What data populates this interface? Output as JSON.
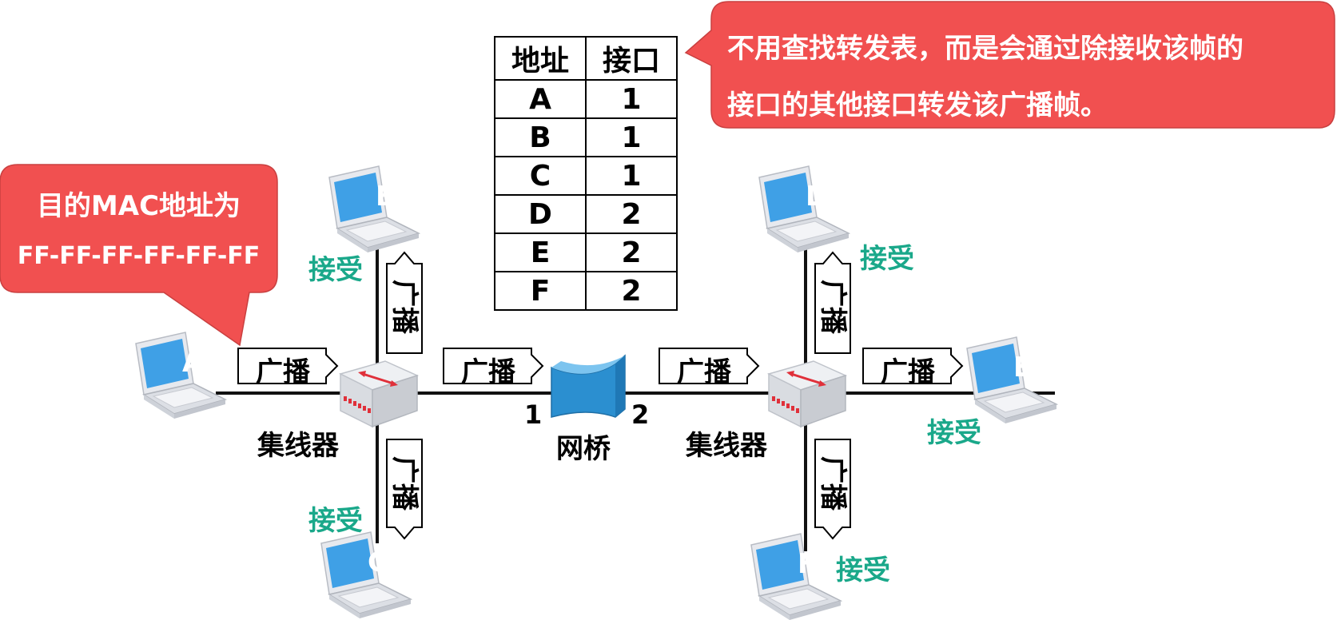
{
  "bubble_left": {
    "line1": "目的MAC地址为",
    "line2": "FF-FF-FF-FF-FF-FF",
    "color": "#f15050"
  },
  "bubble_right": {
    "line1": "不用查找转发表，而是会通过除接收该帧的",
    "line2": "接口的其他接口转发该广播帧。",
    "color": "#f15050"
  },
  "forwarding_table": {
    "headers": [
      "地址",
      "接口"
    ],
    "rows": [
      [
        "A",
        "1"
      ],
      [
        "B",
        "1"
      ],
      [
        "C",
        "1"
      ],
      [
        "D",
        "2"
      ],
      [
        "E",
        "2"
      ],
      [
        "F",
        "2"
      ]
    ]
  },
  "hosts": {
    "A": {
      "label": "A"
    },
    "B": {
      "label": "B",
      "status": "接受"
    },
    "C": {
      "label": "C",
      "status": "接受"
    },
    "D": {
      "label": "D",
      "status": "接受"
    },
    "E": {
      "label": "E",
      "status": "接受"
    },
    "F": {
      "label": "F",
      "status": "接受"
    }
  },
  "hub_left_label": "集线器",
  "hub_right_label": "集线器",
  "bridge_label": "网桥",
  "bridge_port1": "1",
  "bridge_port2": "2",
  "broadcast_label": "广播",
  "colors": {
    "accept_text": "#1aa88a",
    "laptop_screen": "#3fa0e6",
    "bridge": "#2b8fd0"
  }
}
